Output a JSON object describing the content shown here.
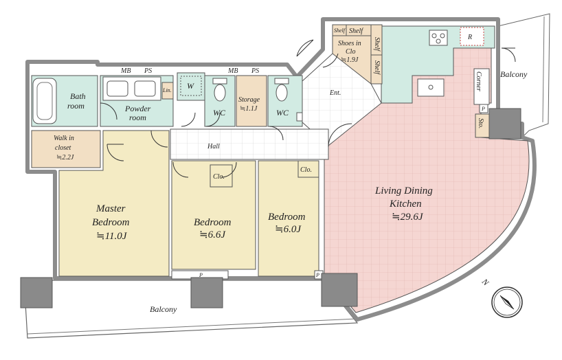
{
  "rooms": {
    "bath": {
      "line1": "Bath",
      "line2": "room"
    },
    "powder": {
      "line1": "Powder",
      "line2": "room"
    },
    "walkin": {
      "line1": "Walk in",
      "line2": "closet",
      "line3": "≒2.2J"
    },
    "master": {
      "line1": "Master",
      "line2": "Bedroom",
      "line3": "≒11.0J"
    },
    "bed1": {
      "line1": "Bedroom",
      "line2": "≒6.6J"
    },
    "bed2": {
      "line1": "Bedroom",
      "line2": "≒6.0J"
    },
    "ldk": {
      "line1": "Living Dining",
      "line2": "Kitchen",
      "line3": "≒29.6J"
    },
    "storage": {
      "line1": "Storage",
      "line2": "≒1.1J"
    },
    "wc1": "WC",
    "wc2": "WC",
    "hall": "Hall",
    "ent": "Ent.",
    "shoes": {
      "line1": "Shoes in",
      "line2": "Clo",
      "line3": "≒1.9J"
    },
    "balcony_bottom": "Balcony",
    "balcony_right": "Balcony",
    "corner": "Corner",
    "sto": "Sto.",
    "clo1": "Clo.",
    "clo2": "Clo.",
    "lin": "Lin.",
    "w": "W",
    "r": "R",
    "shelf1": "Shelf",
    "shelf2": "Shelf",
    "shelf3": "Shelf",
    "shelf4": "Shelf",
    "p1": "P",
    "p2": "P",
    "p3": "P"
  },
  "labels": {
    "mb1": "MB",
    "ps1": "PS",
    "mb2": "MB",
    "ps2": "PS"
  },
  "compass": {
    "letter": "N"
  },
  "colors": {
    "ldk": "#f5d6d2",
    "bedroom": "#f4ebc4",
    "wet": "#d2ebe3",
    "storage": "#f2dfc4",
    "hall": "#ffffff",
    "wall": "#8c8c8c"
  }
}
